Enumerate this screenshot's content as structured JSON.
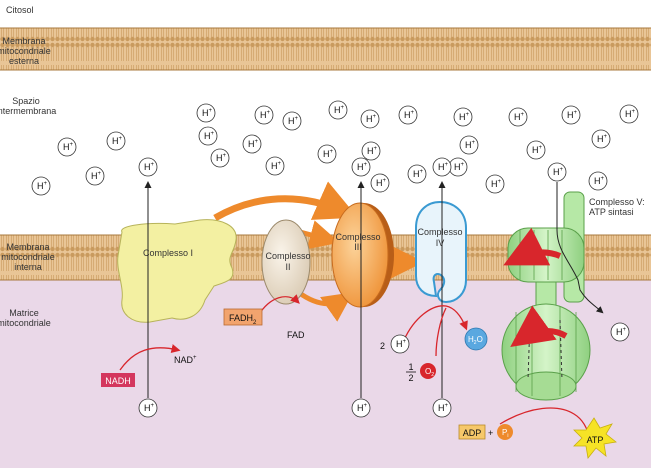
{
  "regions": {
    "cytosol": "Citosol",
    "outer_membrane": [
      "Membrana",
      "mitocondriale",
      "esterna"
    ],
    "intermembrane_space": [
      "Spazio",
      "intermembrana"
    ],
    "inner_membrane": [
      "Membrana",
      "mitocondriale",
      "interna"
    ],
    "matrix": [
      "Matrice",
      "mitocondriale"
    ]
  },
  "complexes": {
    "c1": [
      "Complesso I"
    ],
    "c2": [
      "Complesso",
      "II"
    ],
    "c3": [
      "Complesso",
      "III"
    ],
    "c4": [
      "Complesso",
      "IV"
    ],
    "c5": [
      "Complesso V:",
      "ATP sintasi"
    ]
  },
  "molecules": {
    "nadh": "NADH",
    "nad": "NAD",
    "nad_sup": "+",
    "fadh2": "FADH",
    "fadh2_sub": "2",
    "fad": "FAD",
    "two": "2",
    "half_num": "1",
    "half_den": "2",
    "o2": "O",
    "o2_sub": "2",
    "h2o": "H",
    "h2o_sub": "2",
    "h2o_o": "O",
    "adp": "ADP",
    "plus": "+",
    "pi": "P",
    "pi_sub": "i",
    "atp": "ATP"
  },
  "proton": {
    "symbol": "H",
    "charge": "+"
  },
  "colors": {
    "membrane": "#e9c596",
    "membrane_line": "#a8793e",
    "matrix": "#ead8e8",
    "complex1": "#f3f0a2",
    "complex2": "#efe6d6",
    "complex3": "#f5a54a",
    "complex4": "#e8f4fb",
    "atp_synthase": "#b6e8a6",
    "arrow_orange": "#ee8a2c",
    "arrow_red": "#d8262c",
    "nadh_box": "#d4375e",
    "fadh2_box": "#f2a46e",
    "adp_box": "#f6c86a",
    "atp_star": "#f6e326"
  }
}
